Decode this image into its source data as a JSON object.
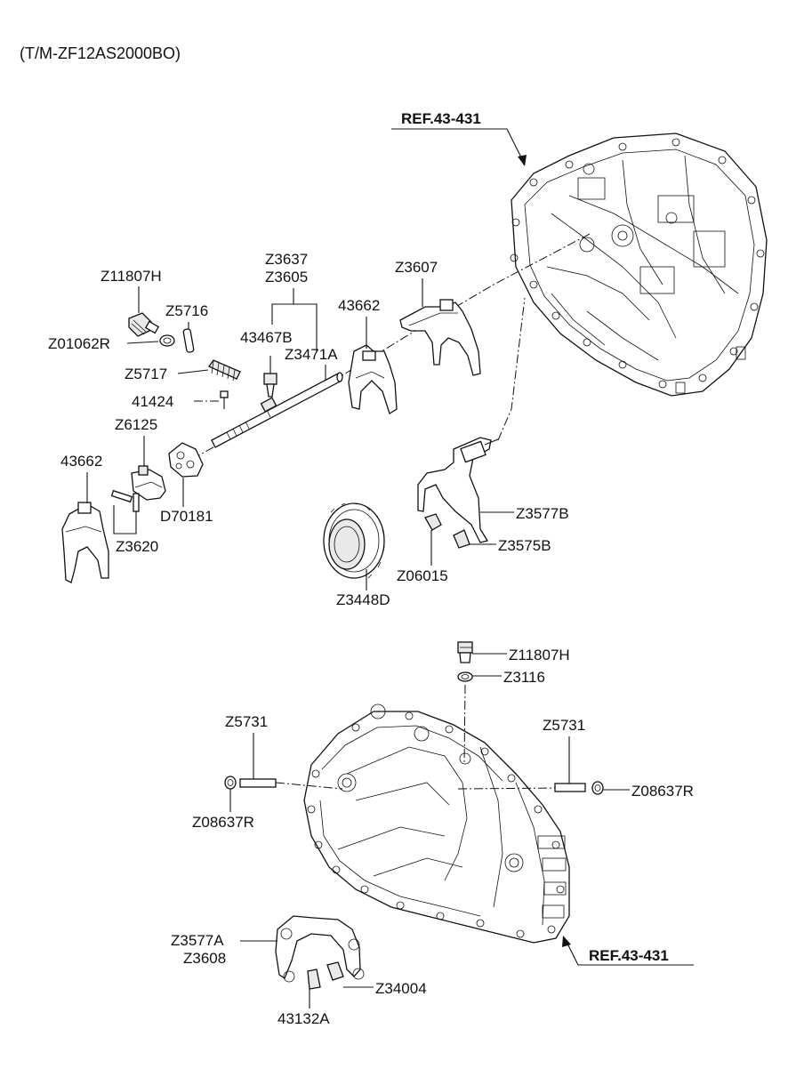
{
  "header": {
    "model": "(T/M-ZF12AS2000BO)"
  },
  "refs": {
    "top": "REF.43-431",
    "bottom": "REF.43-431"
  },
  "labels": {
    "z11807h_top": "Z11807H",
    "z01062r": "Z01062R",
    "z5716": "Z5716",
    "z5717": "Z5717",
    "l41424": "41424",
    "z6125": "Z6125",
    "l43662_left": "43662",
    "d70181": "D70181",
    "z3620": "Z3620",
    "z3637": "Z3637",
    "z3605": "Z3605",
    "l43467b": "43467B",
    "z3471a": "Z3471A",
    "l43662_mid": "43662",
    "z3607": "Z3607",
    "z3577b": "Z3577B",
    "z3575b": "Z3575B",
    "z06015": "Z06015",
    "z3448d": "Z3448D",
    "z11807h_bottom": "Z11807H",
    "z3116": "Z3116",
    "z5731_left": "Z5731",
    "z08637r_left": "Z08637R",
    "z5731_right": "Z5731",
    "z08637r_right": "Z08637R",
    "z3577a": "Z3577A",
    "z3608": "Z3608",
    "z34004": "Z34004",
    "l43132a": "43132A"
  }
}
